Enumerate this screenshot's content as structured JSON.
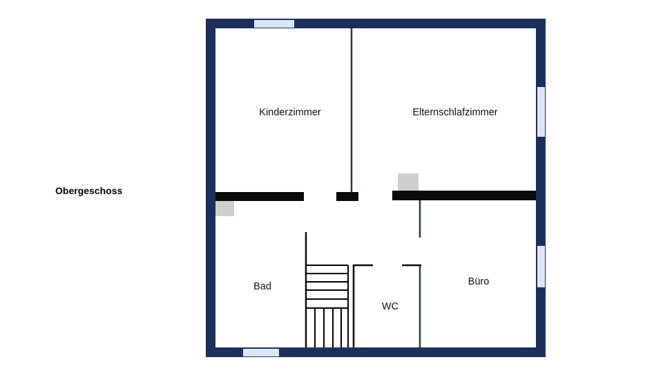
{
  "floor": {
    "label": "Obergeschoss"
  },
  "rooms": {
    "kinderzimmer": "Kinderzimmer",
    "elternschlafzimmer": "Elternschlafzimmer",
    "bad": "Bad",
    "wc": "WC",
    "buero": "Büro"
  },
  "colors": {
    "outer_wall": "#1c2e5c",
    "inner_wall": "#0a0a0a",
    "window": "#dde6f6",
    "shaft": "#cfcfcf",
    "thin_wall": "#2a3550"
  }
}
